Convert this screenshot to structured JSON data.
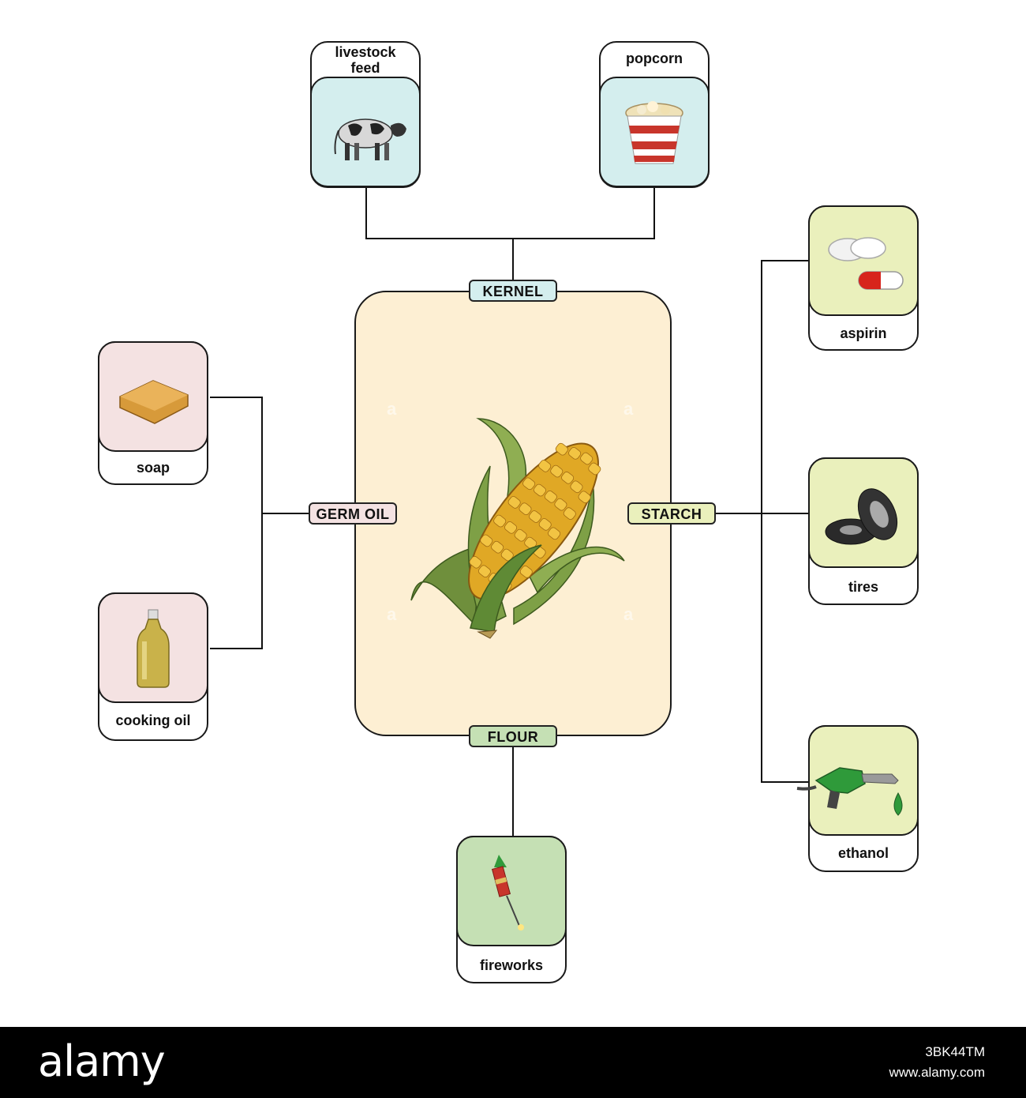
{
  "center": {
    "image": "corn-cob",
    "tags": {
      "kernel": "KERNEL",
      "germ_oil": "GERM OIL",
      "starch": "STARCH",
      "flour": "FLOUR"
    }
  },
  "products": {
    "livestock_feed": {
      "label": "livestock feed",
      "icon": "cow-icon"
    },
    "popcorn": {
      "label": "popcorn",
      "icon": "popcorn-bucket-icon"
    },
    "soap": {
      "label": "soap",
      "icon": "soap-bar-icon"
    },
    "cooking_oil": {
      "label": "cooking oil",
      "icon": "oil-bottle-icon"
    },
    "aspirin": {
      "label": "aspirin",
      "icon": "pills-icon"
    },
    "tires": {
      "label": "tires",
      "icon": "tires-icon"
    },
    "ethanol": {
      "label": "ethanol",
      "icon": "fuel-nozzle-icon"
    },
    "fireworks": {
      "label": "fireworks",
      "icon": "firework-rocket-icon"
    }
  },
  "colors": {
    "kernel": "#d4eeee",
    "germ_oil": "#f4e2e2",
    "starch": "#eaf0bc",
    "flour": "#c5e0b4",
    "center": "#fdefd3"
  },
  "watermark": {
    "brand": "alamy",
    "image_id": "3BK44TM",
    "url": "www.alamy.com"
  }
}
